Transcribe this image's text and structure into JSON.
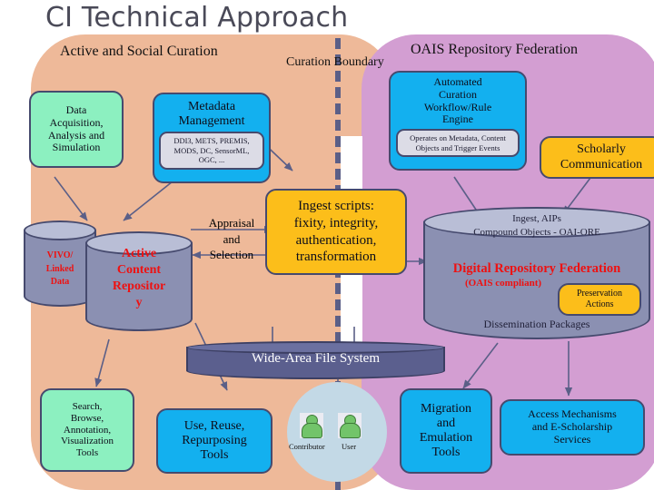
{
  "page": {
    "title": "CI Technical Approach"
  },
  "zones": {
    "left": {
      "label": "Active and Social Curation",
      "color": "#eeb999"
    },
    "right": {
      "label": "OAIS Repository Federation",
      "color": "#d39ed2"
    },
    "boundary": {
      "label": "Curation Boundary",
      "color": "#5b5f87"
    }
  },
  "boxes": {
    "data_acquisition": {
      "label": "Data\nAcquisition,\nAnalysis and\nSimulation",
      "color": "#8cf0c0"
    },
    "metadata_management": {
      "label": "Metadata\nManagement",
      "color": "#13b0ef",
      "standards": "DDI3, METS, PREMIS, MODS, DC, SensorML, OGC, ..."
    },
    "automated_curation": {
      "label": "Automated\nCuration\nWorkflow/Rule\nEngine",
      "color": "#13b0ef",
      "note": "Operates on Metadata, Content Objects and Trigger Events"
    },
    "scholarly_communication": {
      "label": "Scholarly\nCommunication",
      "color": "#fcbe1a"
    },
    "ingest_scripts": {
      "label": "Ingest scripts:\nfixity, integrity,\nauthentication,\ntransformation",
      "color": "#fcbe1a"
    },
    "preservation_actions": {
      "label": "Preservation\nActions",
      "color": "#fcbe1a"
    },
    "search_tools": {
      "label": "Search,\nBrowse,\nAnnotation,\nVisualization\nTools",
      "color": "#8cf0c0"
    },
    "use_reuse_tools": {
      "label": "Use, Reuse,\nRepurposing\nTools",
      "color": "#13b0ef"
    },
    "migration_tools": {
      "label": "Migration\nand\nEmulation\nTools",
      "color": "#13b0ef"
    },
    "access_mechanisms": {
      "label": "Access Mechanisms\nand E-Scholarship\nServices",
      "color": "#13b0ef"
    }
  },
  "cylinders": {
    "vivo": {
      "label": "VIVO/\nLinked\nData",
      "color": "#8b90b2"
    },
    "active_content_repository": {
      "label": "Active\nContent\nRepositor\ny",
      "color": "#8b90b2"
    },
    "wide_area_file_system": {
      "label": "Wide-Area File System",
      "color": "#5b5f8e"
    },
    "digital_repository_federation": {
      "top_label": "Ingest, AIPs\nCompound Objects - OAI-ORE",
      "title": "Digital Repository Federation",
      "subtitle": "(OAIS compliant)",
      "bottom_label": "Dissemination Packages",
      "color": "#8b90b2"
    }
  },
  "connectors": {
    "appraisal": {
      "line1": "Appraisal",
      "line2": "and",
      "line3": "Selection"
    }
  },
  "actors": {
    "contributor": {
      "label": "Contributor",
      "icon": "person-icon"
    },
    "user": {
      "label": "User",
      "icon": "person-icon"
    }
  }
}
